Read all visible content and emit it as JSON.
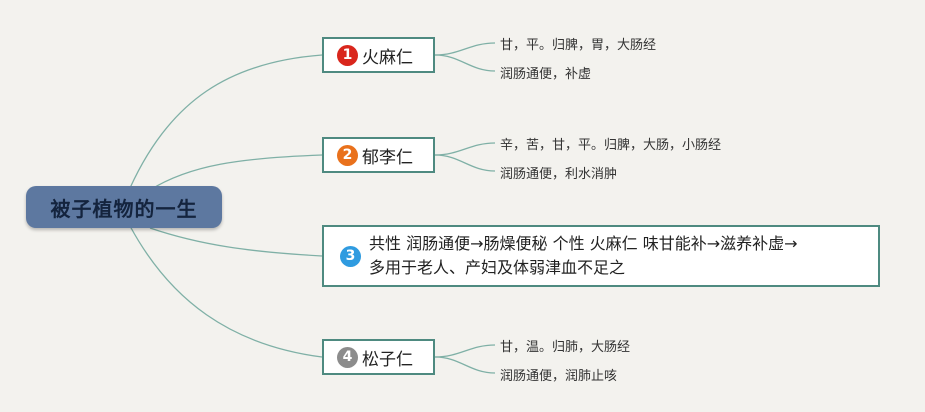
{
  "root": {
    "label": "被子植物的一生"
  },
  "topics": [
    {
      "number": "1",
      "label": "火麻仁",
      "subs": [
        "甘，平。归脾，胃，大肠经",
        "润肠通便，补虚"
      ]
    },
    {
      "number": "2",
      "label": "郁李仁",
      "subs": [
        "辛，苦，甘，平。归脾，大肠，小肠经",
        "润肠通便，利水消肿"
      ]
    },
    {
      "number": "3",
      "text_line1": "共性 润肠通便→肠燥便秘 个性 火麻仁 味甘能补→滋养补虚→",
      "text_line2": "多用于老人、产妇及体弱津血不足之"
    },
    {
      "number": "4",
      "label": "松子仁",
      "subs": [
        "甘，温。归肺，大肠经",
        "润肠通便，润肺止咳"
      ]
    }
  ],
  "colors": {
    "root_bg": "#5d78a0",
    "connector": "#7fb0a6",
    "topic_border": "#4e8a80",
    "badge_1": "#d9261c",
    "badge_2": "#e9711c",
    "badge_3": "#2f9be0",
    "badge_4": "#8c8c8c"
  }
}
